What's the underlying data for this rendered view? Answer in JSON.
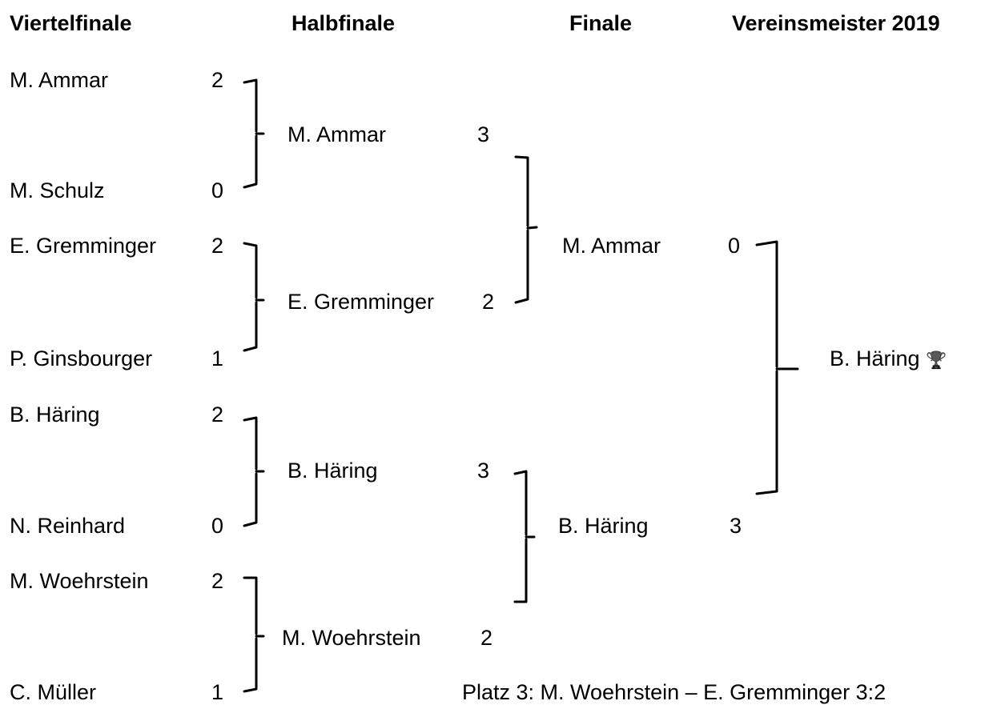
{
  "headers": {
    "qf": "Viertelfinale",
    "sf": "Halbfinale",
    "final": "Finale",
    "champion": "Vereinsmeister 2019"
  },
  "quarterfinals": [
    {
      "name": "M. Ammar",
      "score": "2"
    },
    {
      "name": "M. Schulz",
      "score": "0"
    },
    {
      "name": "E. Gremminger",
      "score": "2"
    },
    {
      "name": "P. Ginsbourger",
      "score": "1"
    },
    {
      "name": "B. Häring",
      "score": "2"
    },
    {
      "name": "N. Reinhard",
      "score": "0"
    },
    {
      "name": "M. Woehrstein",
      "score": "2"
    },
    {
      "name": "C. Müller",
      "score": "1"
    }
  ],
  "semifinals": [
    {
      "name": "M. Ammar",
      "score": "3"
    },
    {
      "name": "E. Gremminger",
      "score": "2"
    },
    {
      "name": "B. Häring",
      "score": "3"
    },
    {
      "name": "M. Woehrstein",
      "score": "2"
    }
  ],
  "finals": [
    {
      "name": "M. Ammar",
      "score": "0"
    },
    {
      "name": "B. Häring",
      "score": "3"
    }
  ],
  "champion": {
    "name": "B. Häring",
    "icon": "trophy-icon",
    "glyph": "🏆"
  },
  "third_place": "Platz 3: M. Woehrstein – E.  Gremminger 3:2"
}
